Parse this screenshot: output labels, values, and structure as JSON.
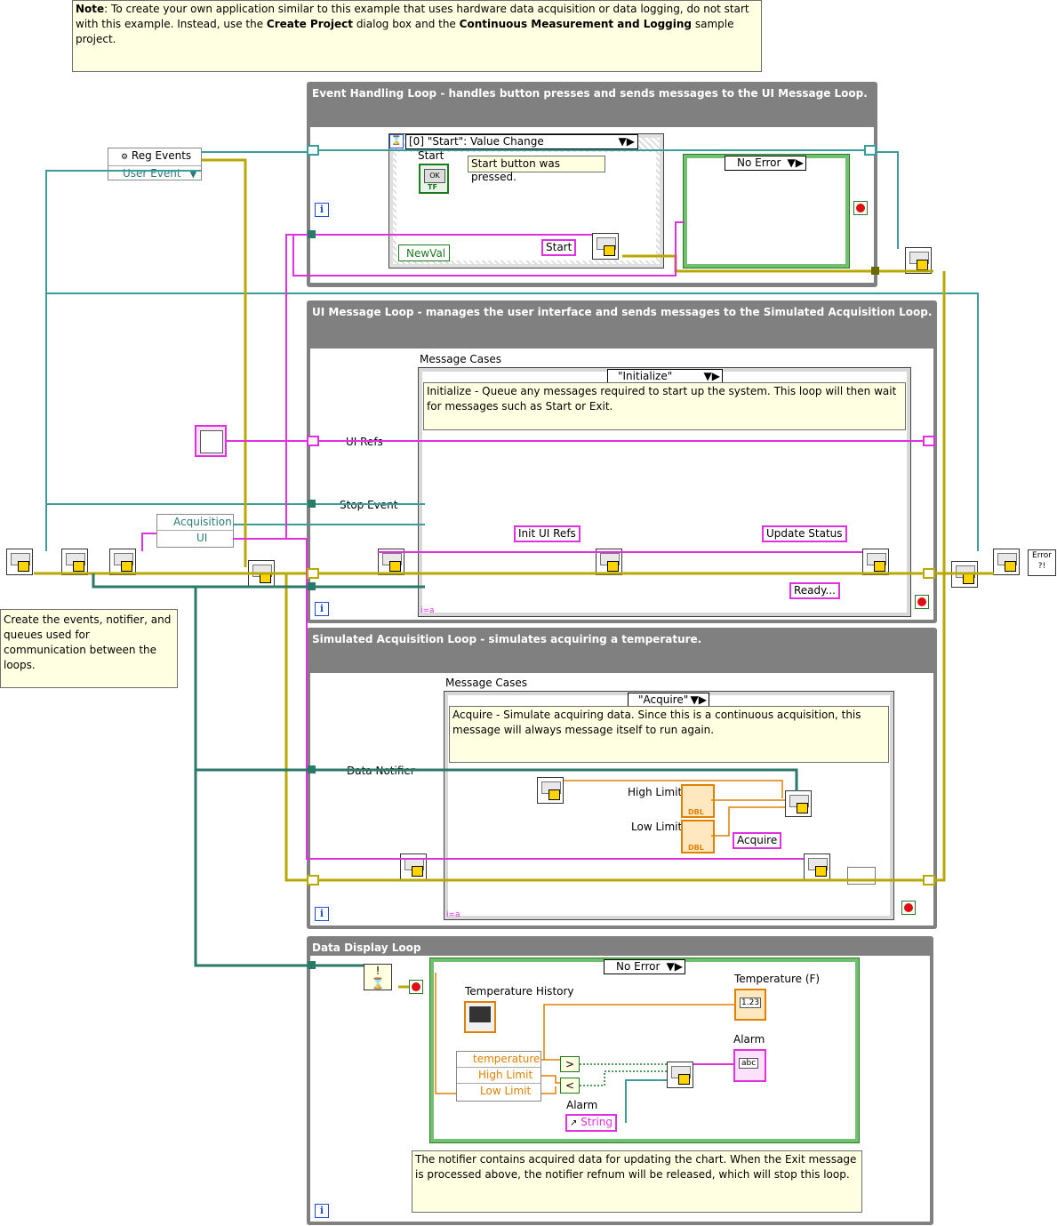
{
  "top_note": {
    "note_label": "Note",
    "text_part1": ": To create your own application similar to this example that uses hardware data acquisition or data logging, do not start with this example. Instead, use the ",
    "bold_1": "Create Project",
    "text_part2": " dialog box and the ",
    "bold_2": "Continuous Measurement and Logging",
    "text_part3": " sample project."
  },
  "left_note": "Create the events, notifier, and queues used for communication between the loops.",
  "bottom_note": "The notifier contains acquired data for updating the chart. When the Exit message is processed above, the notifier refnum will be released, which will stop this loop.",
  "reg_events": {
    "title": "Reg Events",
    "item": "User Event"
  },
  "queue_cluster": {
    "items": [
      "Acquisition",
      "UI"
    ]
  },
  "event_loop": {
    "title": "Event Handling Loop - handles button presses and sends messages to the UI Message Loop.",
    "event_case": "[0] \"Start\": Value Change",
    "start_label": "Start",
    "ok_text": "OK",
    "tf_text": "TF",
    "comment": "Start button was pressed.",
    "newval": "NewVal",
    "start_message": "Start",
    "error_case": "No Error"
  },
  "ui_loop": {
    "title": "UI Message Loop - manages the user interface and sends messages to the Simulated Acquisition Loop.",
    "message_cases_label": "Message Cases",
    "case_selector": "\"Initialize\"",
    "case_comment": "Initialize - Queue any messages required to start up the system. This loop will then wait for messages such as Start or Exit.",
    "ui_refs": "UI Refs",
    "stop_event": "Stop Event",
    "init_ui_refs": "Init UI Refs",
    "update_status": "Update Status",
    "ready": "Ready...",
    "iter_label": "i=a"
  },
  "acq_loop": {
    "title": "Simulated Acquisition Loop - simulates acquiring a temperature.",
    "message_cases_label": "Message Cases",
    "case_selector": "\"Acquire\"",
    "case_comment": "Acquire - Simulate acquiring data. Since this is a continuous acquisition, this message will always message itself to run again.",
    "data_notifier": "Data Notifier",
    "high_limit": "High Limit",
    "low_limit": "Low Limit",
    "acquire_message": "Acquire",
    "dbl": "DBL",
    "iter_label": "i=a"
  },
  "display_loop": {
    "title": "Data Display Loop",
    "error_case": "No Error",
    "temperature_history": "Temperature History",
    "temperature_f": "Temperature (F)",
    "alarm_indicator": "Alarm",
    "alarm_constant_label": "Alarm",
    "string_constant": "String",
    "unbundle": [
      "temperature",
      "High Limit",
      "Low Limit"
    ],
    "gt": ">",
    "lt": "<",
    "num_icon": "1.23",
    "abc_icon": "abc"
  },
  "error_icon_text": "Error",
  "colors": {
    "loop_gray": "#808080",
    "wire_pink": "#e030e0",
    "wire_teal": "#3b9c9c",
    "wire_yellow": "#b8a800",
    "wire_orange": "#e08000",
    "wire_green": "#1f7a1f",
    "note_bg": "#ffffe1"
  }
}
